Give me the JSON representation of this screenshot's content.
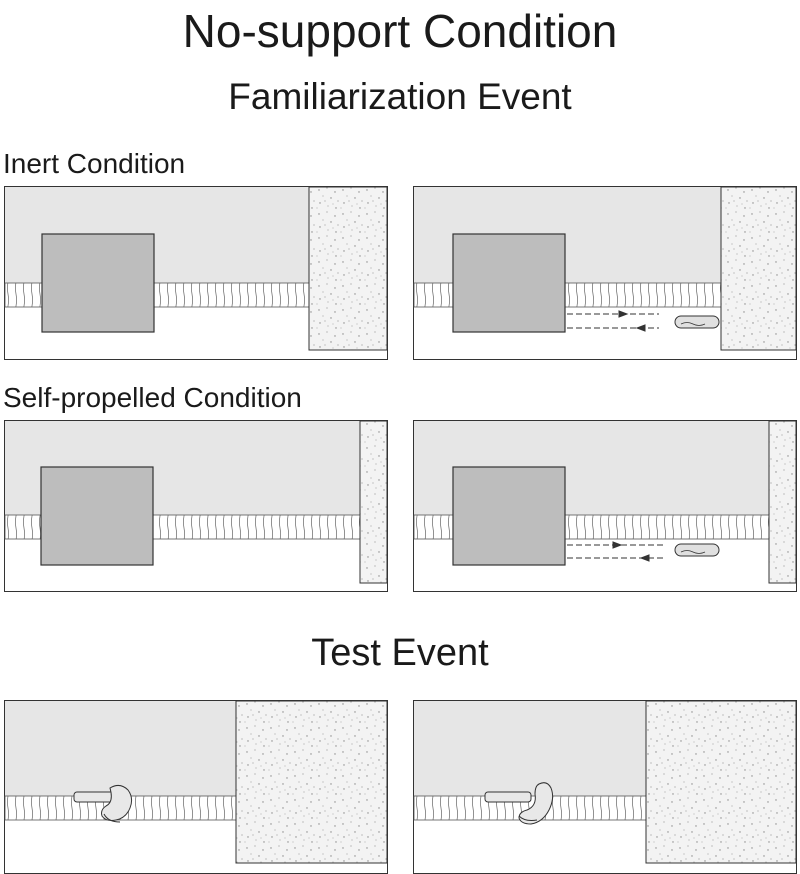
{
  "title": "No-support Condition",
  "subtitle": "Familiarization Event",
  "sections": {
    "inert": "Inert Condition",
    "self_propelled": "Self-propelled Condition"
  },
  "test_heading": "Test Event",
  "colors": {
    "wall": "#e6e6e6",
    "box": "#bdbdbd",
    "outline": "#333333",
    "stage_floor": "#ffffff",
    "textured_block": "#f2f2f2"
  }
}
